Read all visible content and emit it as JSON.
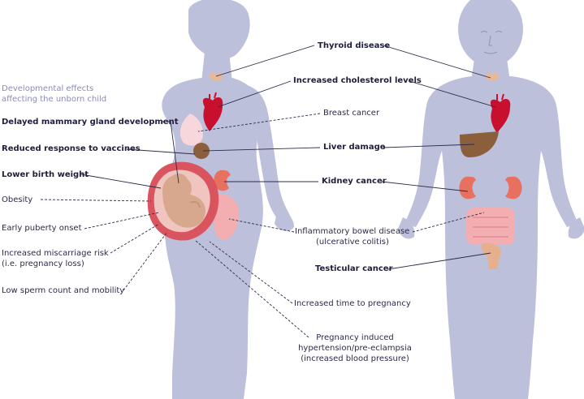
{
  "section_title": {
    "line1": "Developmental effects",
    "line2": "affecting the unborn child"
  },
  "labels": {
    "thyroid": "Thyroid disease",
    "cholesterol": "Increased cholesterol levels",
    "breast_cancer": "Breast cancer",
    "liver": "Liver damage",
    "kidney": "Kidney cancer",
    "ibd_line1": "Inflammatory bowel disease",
    "ibd_line2": "(ulcerative colitis)",
    "testicular": "Testicular cancer",
    "time_to_pregnancy": "Increased time to pregnancy",
    "preeclampsia_line1": "Pregnancy induced",
    "preeclampsia_line2": "hypertension/pre-eclampsia",
    "preeclampsia_line3": "(increased blood pressure)",
    "mammary": "Delayed mammary gland development",
    "vaccines": "Reduced response to vaccines",
    "birth_weight": "Lower birth weight",
    "obesity": "Obesity",
    "puberty": "Early puberty onset",
    "miscarriage_line1": "Increased miscarriage risk",
    "miscarriage_line2": "(i.e. pregnancy loss)",
    "sperm": "Low sperm count and mobility"
  },
  "colors": {
    "silhouette": "#bcc0db",
    "heart": "#c8102e",
    "liver": "#8b5e3c",
    "kidney": "#e8705f",
    "breast": "#f7d6dc",
    "womb": "#d9545f",
    "fetus": "#d7a88e",
    "intestine": "#f3aeb2",
    "testis": "#e6b08e",
    "thyroid": "#e8b89a"
  }
}
